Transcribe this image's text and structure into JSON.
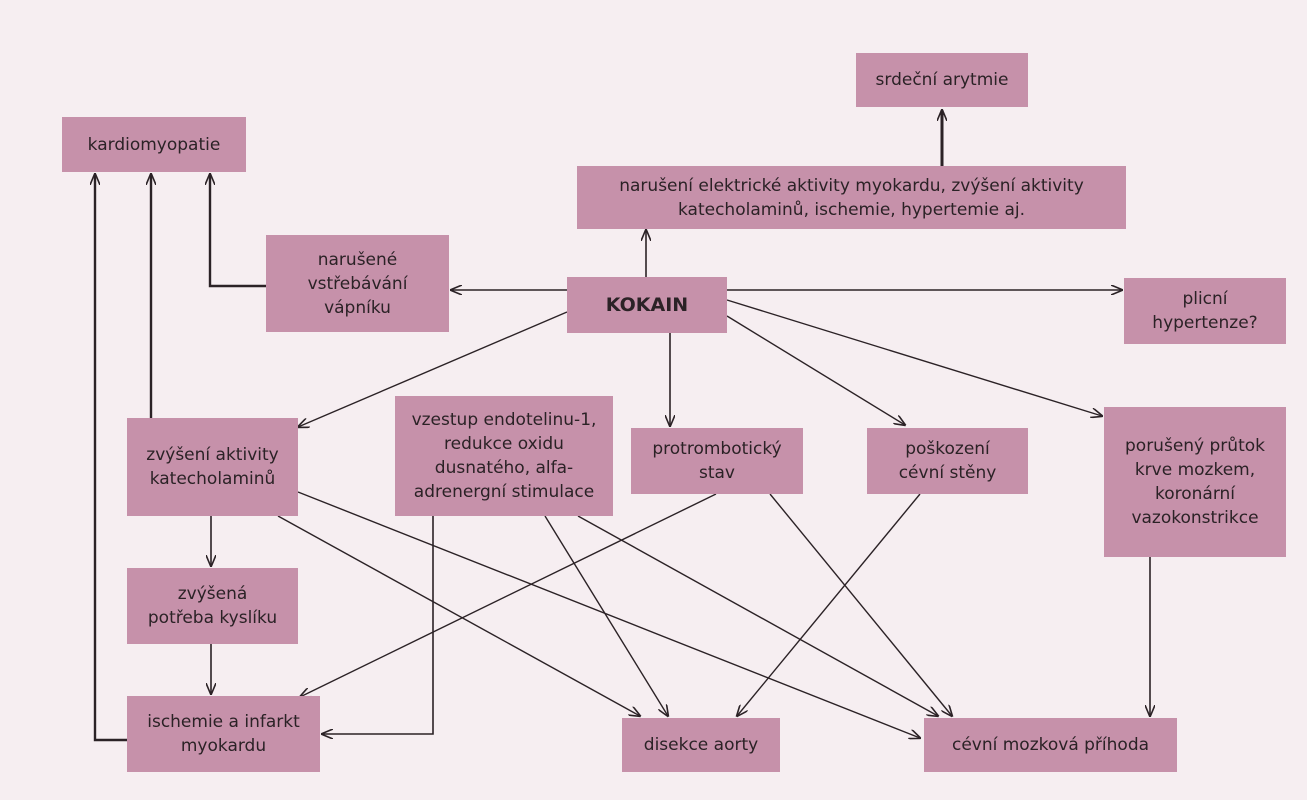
{
  "nodes": {
    "srdecni_arytmie": "srdeční arytmie",
    "kardiomyopatie": "kardiomyopatie",
    "naruseni_elektricke": "narušení elektrické aktivity myokardu, zvýšení aktivity\nkatecholaminů, ischemie, hypertemie aj.",
    "narusene_vstrebavani": "narušené\nvstřebávání\nvápníku",
    "kokain": "KOKAIN",
    "plicni_hypertenze": "plicní\nhypertenze?",
    "zvyseni_aktivity": "zvýšení aktivity\nkatecholaminů",
    "vzestup_endotelinu": "vzestup endotelinu-1,\nredukce oxidu\ndusnatého, alfa-\nadrenergní stimulace",
    "protromboticky_stav": "protrombotický\nstav",
    "poskozeni_cevni_steny": "poškození\ncévní stěny",
    "poruseny_prutok": "porušený průtok\nkrve mozkem,\nkoronární\nvazokonstrikce",
    "zvysena_potreba": "zvýšená\npotřeba kyslíku",
    "ischemie_infarkt": "ischemie a infarkt\nmyokardu",
    "disekce_aorty": "disekce aorty",
    "cevni_mozkova": "cévní mozková příhoda"
  },
  "colors": {
    "box": "#c691aa",
    "background": "#f6eef1",
    "edge": "#2b2226"
  }
}
